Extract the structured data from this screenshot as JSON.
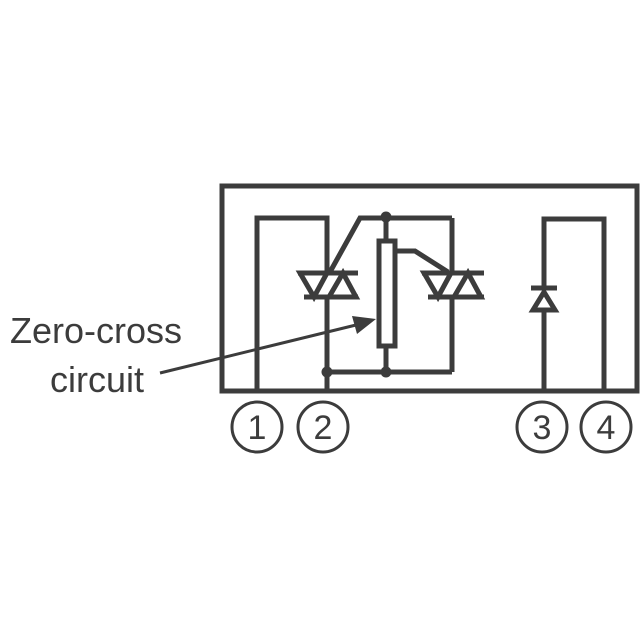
{
  "diagram": {
    "type": "circuit-schematic",
    "annotation": {
      "line1": "Zero-cross",
      "line2": "circuit"
    },
    "pins": [
      {
        "number": "1"
      },
      {
        "number": "2"
      },
      {
        "number": "3"
      },
      {
        "number": "4"
      }
    ],
    "components": [
      "triac",
      "resistor",
      "triac",
      "diode"
    ],
    "colors": {
      "line": "#3c3c3c",
      "background": "#ffffff"
    }
  }
}
